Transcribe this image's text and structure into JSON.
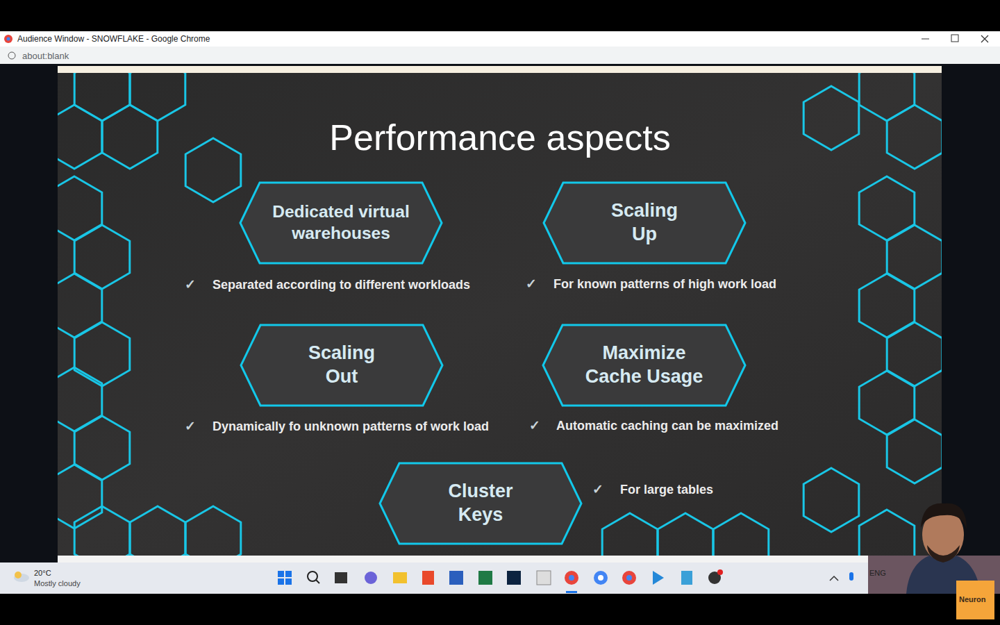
{
  "diagram": {
    "title": "Performance aspects",
    "nodes": [
      {
        "text": [
          "Dedicated virtual warehouses"
        ]
      },
      {
        "text": [
          "Scaling Up"
        ]
      },
      {
        "text": [
          "Scaling Out"
        ]
      },
      {
        "text": [
          "Maximize Cache Usage"
        ]
      },
      {
        "text": [
          "Cluster Keys"
        ]
      }
    ],
    "labels": [
      "Audience Window - SNOWFLAKE - Google Chrome",
      "about:blank",
      "✓",
      "Separated according to different workloads",
      "✓",
      "For known patterns of high work load",
      "✓",
      "Dynamically fo unknown patterns of work load",
      "✓",
      "Automatic caching can be maximized",
      "✓",
      "For large tables",
      "20°C",
      "Mostly cloudy",
      "ENG",
      "Neuron"
    ]
  }
}
